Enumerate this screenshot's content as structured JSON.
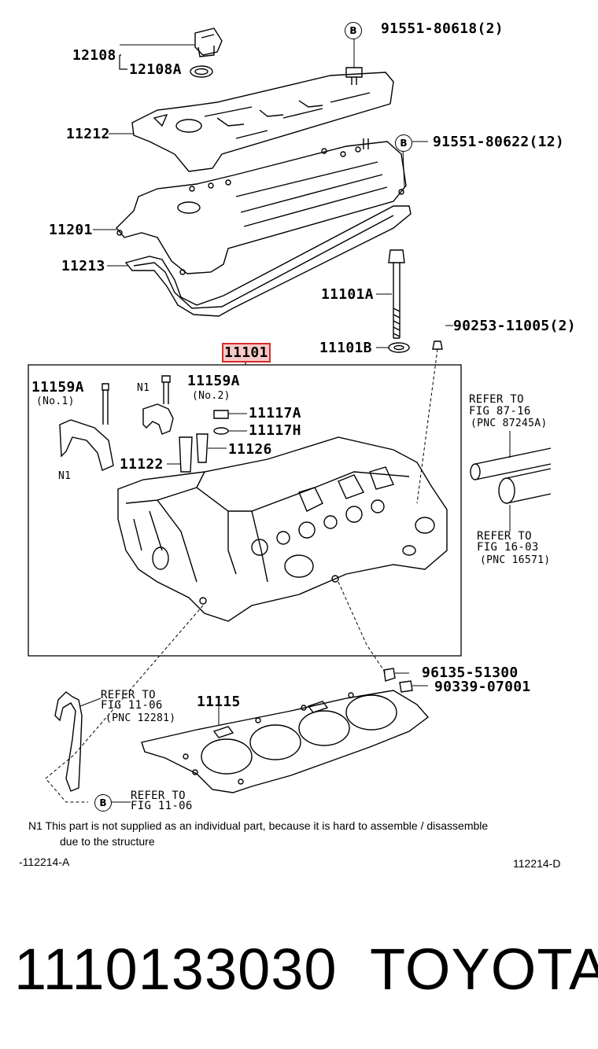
{
  "labels": {
    "p12108": "12108",
    "p12108A": "12108A",
    "p91551_80618": "91551-80618(2)",
    "p11212": "11212",
    "p91551_80622": "91551-80622(12)",
    "p11201": "11201",
    "p11213": "11213",
    "p11101A": "11101A",
    "p90253": "90253-11005(2)",
    "p11101B": "11101B",
    "p11101": "11101",
    "p11159A_1": "11159A",
    "p11159A_1_sub": "(No.1)",
    "p11159A_2": "11159A",
    "p11159A_2_sub": "(No.2)",
    "n1_a": "N1",
    "n1_b": "N1",
    "p11117A": "11117A",
    "p11117H": "11117H",
    "p11122": "11122",
    "p11126": "11126",
    "ref_87_l1": "REFER TO",
    "ref_87_l2": "FIG 87-16",
    "ref_87_l3": "(PNC 87245A)",
    "ref_16_l1": "REFER TO",
    "ref_16_l2": "FIG 16-03",
    "ref_16_l3": "(PNC 16571)",
    "p96135": "96135-51300",
    "p90339": "90339-07001",
    "ref_1106a_l1": "REFER TO",
    "ref_1106a_l2": "FIG 11-06",
    "ref_1106a_l3": "(PNC 12281)",
    "p11115": "11115",
    "ref_1106b_l1": "REFER TO",
    "ref_1106b_l2": "FIG 11-06",
    "circle_b": "B",
    "note_l1": "N1  This part is not supplied as an individual part, because it is hard to assemble / disassemble",
    "note_l2": "due to the structure",
    "code_left": "-112214-A",
    "code_right": "112214-D"
  },
  "footer": {
    "part_number": "1110133030",
    "brand": "TOYOTA"
  },
  "colors": {
    "highlight_border": "#d62b2b",
    "highlight_fill": "#f6c9c9"
  }
}
